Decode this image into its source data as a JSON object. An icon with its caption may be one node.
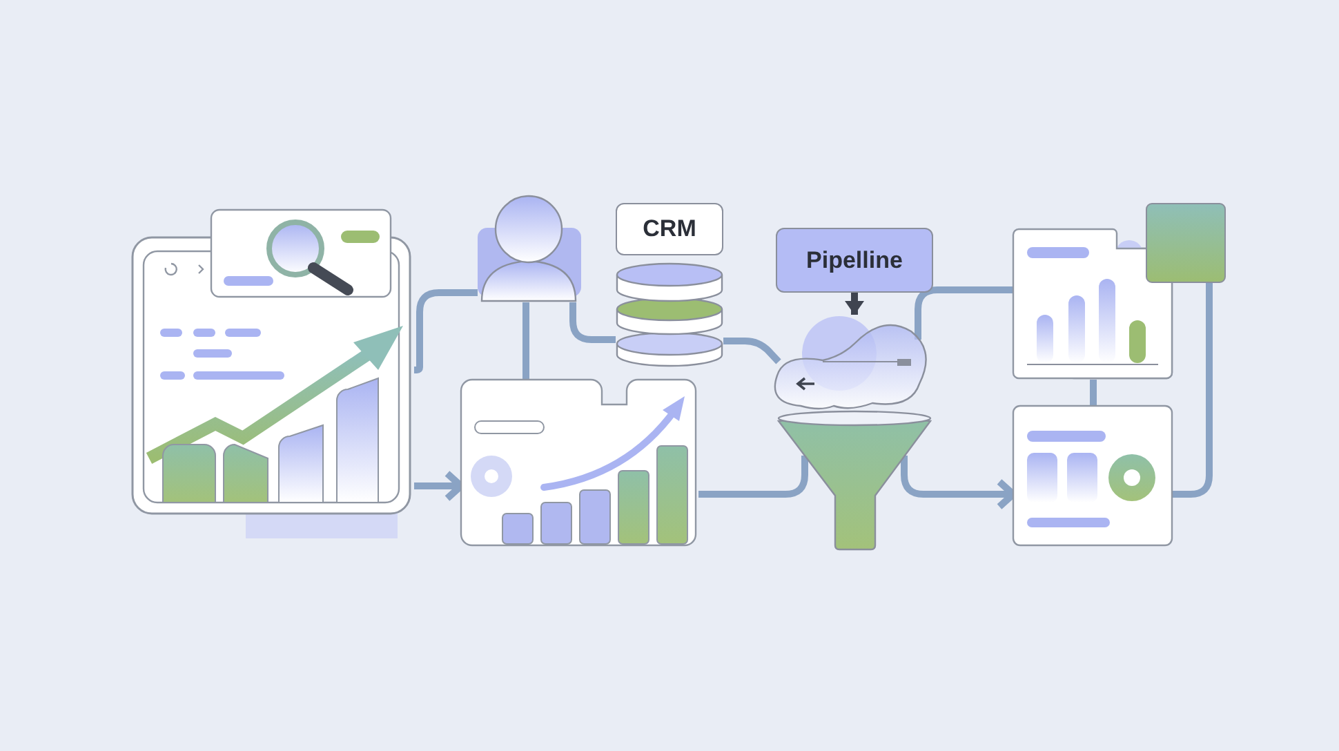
{
  "diagram": {
    "nodes": [
      {
        "text": [],
        "shape": "picture"
      },
      {
        "text": [],
        "shape": "person"
      },
      {
        "text": [
          "CRM"
        ]
      },
      {
        "text": [],
        "shape": "cylinder"
      },
      {
        "text": [
          "Pipelline"
        ]
      },
      {
        "text": [],
        "shape": "cloud"
      },
      {
        "text": [],
        "shape": "picture"
      },
      {
        "text": [],
        "shape": "picture"
      },
      {
        "text": [],
        "shape": "picture"
      },
      {
        "text": [],
        "shape": "picture"
      },
      {
        "text": [],
        "shape": "box"
      }
    ],
    "edges": [
      {
        "from": 0,
        "to": 7,
        "arrow": "to"
      },
      {
        "from": 0,
        "to": 1,
        "arrow": "none"
      },
      {
        "from": 1,
        "to": 7,
        "arrow": "none"
      },
      {
        "from": 1,
        "to": 3,
        "arrow": "none"
      },
      {
        "from": 3,
        "to": 5,
        "arrow": "none"
      },
      {
        "from": 4,
        "to": 5,
        "arrow": "to",
        "color": "#3f4450"
      },
      {
        "from": 7,
        "to": 6,
        "arrow": "none"
      },
      {
        "from": 6,
        "to": 9,
        "arrow": "to"
      },
      {
        "from": 5,
        "to": 8,
        "arrow": "none"
      },
      {
        "from": 8,
        "to": 9,
        "arrow": "none"
      },
      {
        "from": 9,
        "to": 10,
        "arrow": "none"
      }
    ]
  }
}
